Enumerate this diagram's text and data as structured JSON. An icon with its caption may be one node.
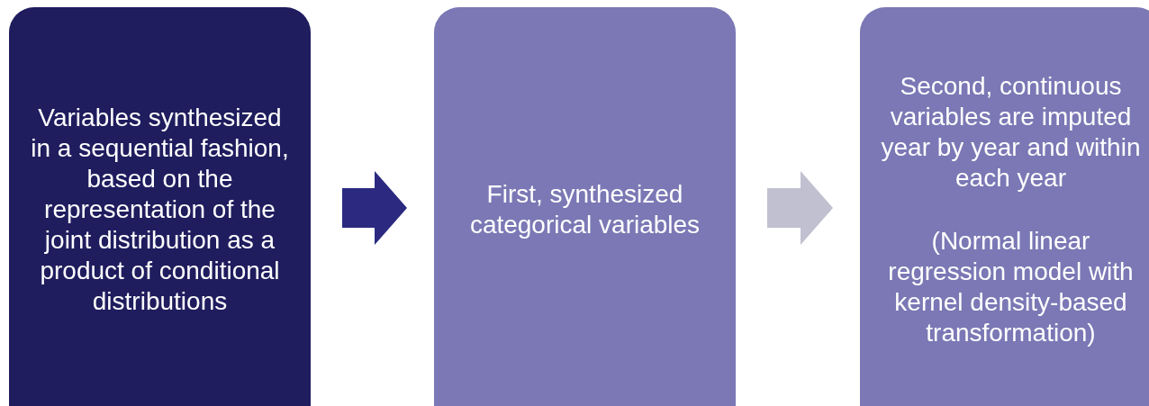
{
  "diagram": {
    "nodes": [
      {
        "text": [
          "Variables synthesized in a sequential fashion, based on the representation of the joint distribution as a product of conditional distributions"
        ]
      },
      {
        "text": [
          "First, synthesized categorical variables"
        ]
      },
      {
        "text": [
          "Second, continuous variables are imputed year by year and within each year",
          "(Normal linear regression model with kernel density-based transformation)"
        ]
      }
    ],
    "edges": [
      {
        "from": 0,
        "to": 1,
        "arrow": "to",
        "style": "thick"
      },
      {
        "from": 1,
        "to": 2,
        "arrow": "to",
        "style": "thick",
        "color": "#c0c0d0"
      }
    ]
  }
}
